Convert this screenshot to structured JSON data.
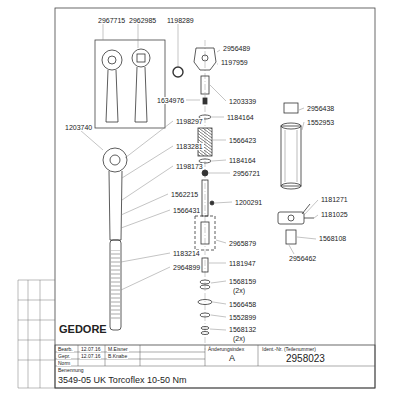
{
  "diagram": {
    "labels": [
      "2967715",
      "2962985",
      "1198289",
      "2956489",
      "1197959",
      "1203339",
      "2956438",
      "1552953",
      "1184164",
      "1566423",
      "1184164",
      "2956721",
      "1200291",
      "1634976",
      "1203740",
      "1198297",
      "1183281",
      "1198173",
      "1562215",
      "1566431",
      "1183214",
      "2964899",
      "2965879",
      "1181947",
      "1568159",
      "(2x)",
      "1566458",
      "1552899",
      "1568132",
      "(2x)",
      "1181271",
      "1181025",
      "1568108",
      "2956462",
      "GEDORE",
      "Bearb.",
      "12.07.16",
      "M.Eisner",
      "Gepr.",
      "12.07.16",
      "B.Knabe",
      "Norm",
      "Änderungsindex",
      "A",
      "Ident.-Nr. (Teilenummer)",
      "2958023",
      "Benennung",
      "3549-05 UK Torcoflex 10-50 Nm"
    ]
  }
}
